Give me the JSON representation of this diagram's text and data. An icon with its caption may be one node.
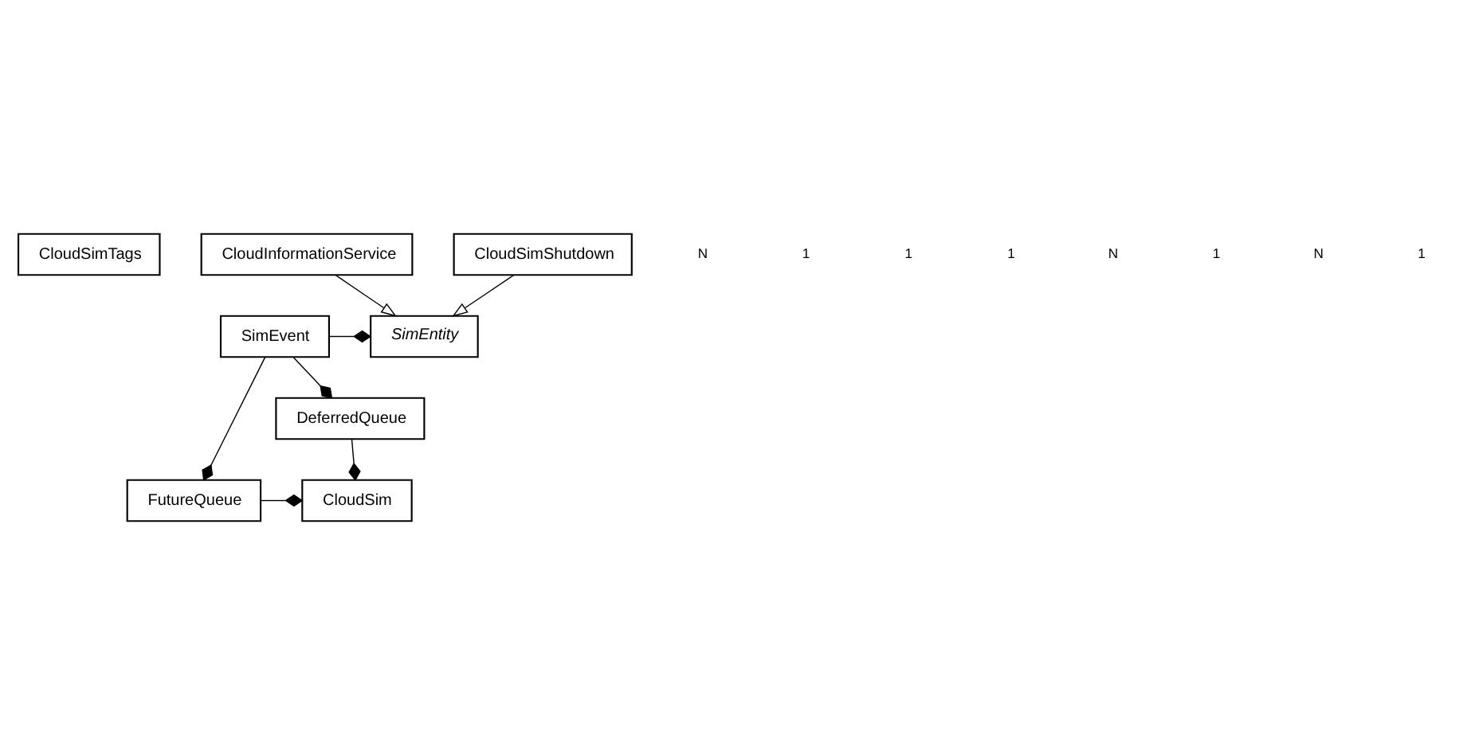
{
  "diagram": {
    "nodes": [
      {
        "text": [
          "CloudSimTags"
        ]
      },
      {
        "text": [
          "CloudInformationService"
        ]
      },
      {
        "text": [
          "CloudSimShutdown"
        ]
      },
      {
        "text": [
          "SimEvent"
        ]
      },
      {
        "text": [
          "SimEntity"
        ]
      },
      {
        "text": [
          "DeferredQueue"
        ]
      },
      {
        "text": [
          "FutureQueue"
        ]
      },
      {
        "text": [
          "CloudSim"
        ]
      }
    ],
    "edges": [
      {
        "from": 1,
        "to": 4,
        "arrow": "to"
      },
      {
        "from": 2,
        "to": 4,
        "arrow": "to"
      },
      {
        "from": 3,
        "to": 4,
        "arrow": "other"
      },
      {
        "from": 3,
        "to": 5,
        "arrow": "other"
      },
      {
        "from": 3,
        "to": 6,
        "arrow": "other"
      },
      {
        "from": 5,
        "to": 7,
        "arrow": "other"
      },
      {
        "from": 6,
        "to": 7,
        "arrow": "other"
      }
    ],
    "labels": [
      "N",
      "1",
      "1",
      "1",
      "N",
      "1",
      "N",
      "1"
    ]
  }
}
